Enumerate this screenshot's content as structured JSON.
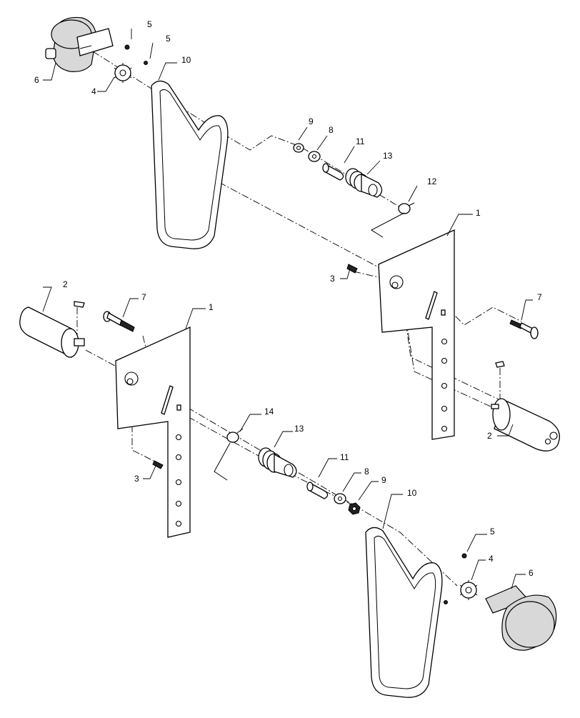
{
  "diagram": {
    "callouts": {
      "top_left_5a": "5",
      "top_left_5b": "5",
      "top_left_6": "6",
      "top_left_4": "4",
      "top_left_10": "10",
      "top_9": "9",
      "top_8": "8",
      "top_11": "11",
      "top_13": "13",
      "top_12": "12",
      "top_1": "1",
      "top_3": "3",
      "top_7": "7",
      "top_2": "2",
      "bot_2": "2",
      "bot_7": "7",
      "bot_1": "1",
      "bot_3": "3",
      "bot_14": "14",
      "bot_13": "13",
      "bot_11": "11",
      "bot_8": "8",
      "bot_9": "9",
      "bot_10": "10",
      "bot_5": "5",
      "bot_4": "4",
      "bot_6": "6"
    },
    "colors": {
      "line": "#000000",
      "paper": "#ffffff",
      "shade": "#d8d8d8"
    }
  }
}
